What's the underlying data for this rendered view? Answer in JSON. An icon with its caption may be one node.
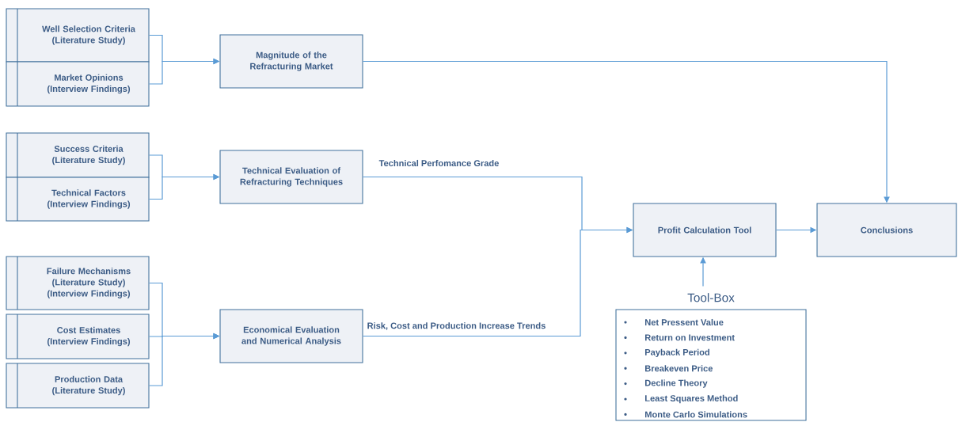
{
  "diagram": {
    "nodes": [
      {
        "text": [
          "Well Selection Criteria",
          "(Literature Study)"
        ]
      },
      {
        "text": [
          "Market Opinions",
          "(Interview Findings)"
        ]
      },
      {
        "text": [
          "Magnitude of the Refracturing Market"
        ]
      },
      {
        "text": [
          "Success Criteria",
          "(Literature Study)"
        ]
      },
      {
        "text": [
          "Technical Factors",
          "(Interview Findings)"
        ]
      },
      {
        "text": [
          "Technical Evaluation of Refracturing Techniques"
        ]
      },
      {
        "text": [
          "Failure Mechanisms",
          "(Literature Study)",
          "(Interview Findings)"
        ]
      },
      {
        "text": [
          "Cost Estimates",
          "(Interview Findings)"
        ]
      },
      {
        "text": [
          "Production Data",
          "(Literature Study)"
        ]
      },
      {
        "text": [
          "Economical Evaluation and Numerical Analysis"
        ]
      },
      {
        "text": [
          "Profit Calculation Tool"
        ]
      },
      {
        "text": [
          "Conclusions"
        ]
      },
      {
        "text": [
          "Tool-Box",
          "Net Pressent Value",
          "Return on Investment",
          "Payback Period",
          "Breakeven Price",
          "Decline Theory",
          "Least Squares Method",
          "Monte Carlo Simulations"
        ]
      }
    ],
    "edges": [
      {
        "from": 0,
        "to": 2,
        "arrow": "to"
      },
      {
        "from": 1,
        "to": 2,
        "arrow": "to"
      },
      {
        "from": 3,
        "to": 5,
        "arrow": "to"
      },
      {
        "from": 4,
        "to": 5,
        "arrow": "to"
      },
      {
        "from": 6,
        "to": 9,
        "arrow": "to"
      },
      {
        "from": 7,
        "to": 9,
        "arrow": "to"
      },
      {
        "from": 8,
        "to": 9,
        "arrow": "to"
      },
      {
        "from": 5,
        "to": 10,
        "arrow": "to",
        "label": "Technical Perfomance Grade"
      },
      {
        "from": 9,
        "to": 10,
        "arrow": "to",
        "label": "Risk, Cost and Production Increase Trends"
      },
      {
        "from": 10,
        "to": 11,
        "arrow": "to"
      },
      {
        "from": 2,
        "to": 11,
        "arrow": "to"
      },
      {
        "from": 12,
        "to": 10,
        "arrow": "to"
      }
    ]
  }
}
